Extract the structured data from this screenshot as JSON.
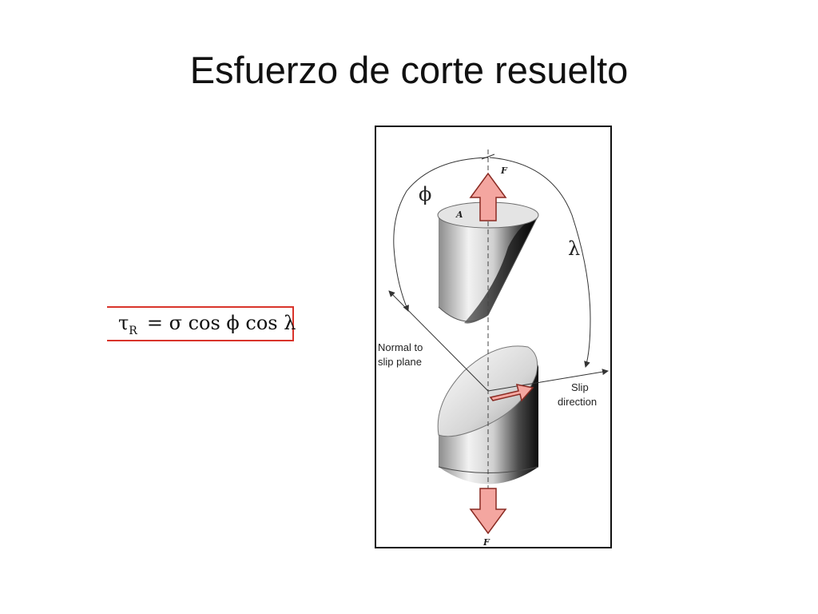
{
  "slide": {
    "title": "Esfuerzo de corte resuelto"
  },
  "formula": {
    "symbol": "τ",
    "subscript": "R",
    "expression": "= σ cos ϕ cos λ"
  },
  "diagram": {
    "labels": {
      "force_top": "F",
      "force_bottom": "F",
      "area": "A",
      "phi": "ϕ",
      "lambda": "λ",
      "normal_line1": "Normal to",
      "normal_line2": "slip plane",
      "slip_line1": "Slip",
      "slip_line2": "direction"
    },
    "colors": {
      "arrow_fill": "#f4a6a0",
      "arrow_stroke": "#8a2a22",
      "frame": "#111111"
    }
  }
}
